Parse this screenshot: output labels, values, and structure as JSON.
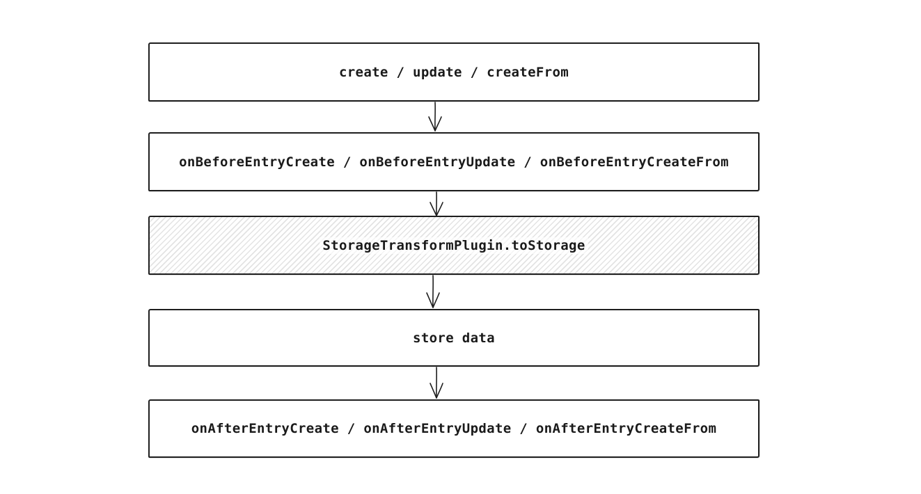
{
  "diagram": {
    "type": "flowchart",
    "style": "hand-drawn",
    "background_color": "#ffffff",
    "stroke_color": "#1e1e1e",
    "text_color": "#1a1a1a",
    "hatch_color": "#e3e3e3",
    "nodes": [
      {
        "id": "create-update-createfrom",
        "label": "create / update / createFrom",
        "fill": "white"
      },
      {
        "id": "onbefore-hooks",
        "label": "onBeforeEntryCreate / onBeforeEntryUpdate / onBeforeEntryCreateFrom",
        "fill": "white"
      },
      {
        "id": "storage-transform",
        "label": "StorageTransformPlugin.toStorage",
        "fill": "hatched"
      },
      {
        "id": "store-data",
        "label": "store data",
        "fill": "white"
      },
      {
        "id": "onafter-hooks",
        "label": "onAfterEntryCreate / onAfterEntryUpdate / onAfterEntryCreateFrom",
        "fill": "white"
      }
    ],
    "edges": [
      {
        "from": "create-update-createfrom",
        "to": "onbefore-hooks",
        "arrow": "down"
      },
      {
        "from": "onbefore-hooks",
        "to": "storage-transform",
        "arrow": "down"
      },
      {
        "from": "storage-transform",
        "to": "store-data",
        "arrow": "down"
      },
      {
        "from": "store-data",
        "to": "onafter-hooks",
        "arrow": "down"
      }
    ]
  }
}
